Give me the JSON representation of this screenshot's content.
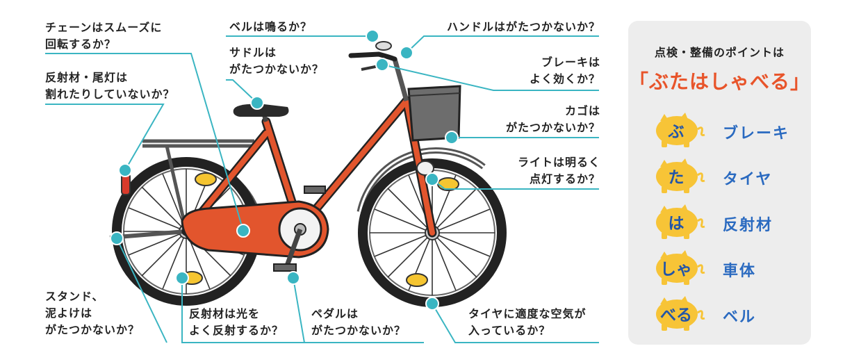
{
  "labels": {
    "chain": "チェーンはスムーズに\n回転するか？",
    "reflector_taillight": "反射材・尾灯は\n割れたりしていないか？",
    "bell": "ベルは鳴るか？",
    "saddle": "サドルは\nがたつかないか？",
    "handle": "ハンドルはがたつかないか？",
    "brake": "ブレーキは\nよく効くか？",
    "basket": "カゴは\nがたつかないか？",
    "light": "ライトは明るく\n点灯するか？",
    "tire": "タイヤに適度な空気が\n入っているか？",
    "pedal": "ペダルは\nがたつかないか？",
    "reflector_light": "反射材は光を\nよく反射するか？",
    "stand": "スタンド、\n泥よけは\nがたつかないか？"
  },
  "panel": {
    "title": "点検・整備のポイントは",
    "slogan": "「ぶたはしゃべる」",
    "mnemonics": [
      {
        "kana": "ぶ",
        "word": "ブレーキ"
      },
      {
        "kana": "た",
        "word": "タイヤ"
      },
      {
        "kana": "は",
        "word": "反射材"
      },
      {
        "kana": "しゃ",
        "word": "車体"
      },
      {
        "kana": "べる",
        "word": "ベル"
      }
    ]
  },
  "colors": {
    "frame": "#e2552d",
    "leader_line": "#3ab5c2",
    "pig": "#f7c437",
    "kana": "#2255a8",
    "word": "#2a6ac0",
    "slogan": "#e8542a",
    "panel_bg": "#ededed"
  }
}
